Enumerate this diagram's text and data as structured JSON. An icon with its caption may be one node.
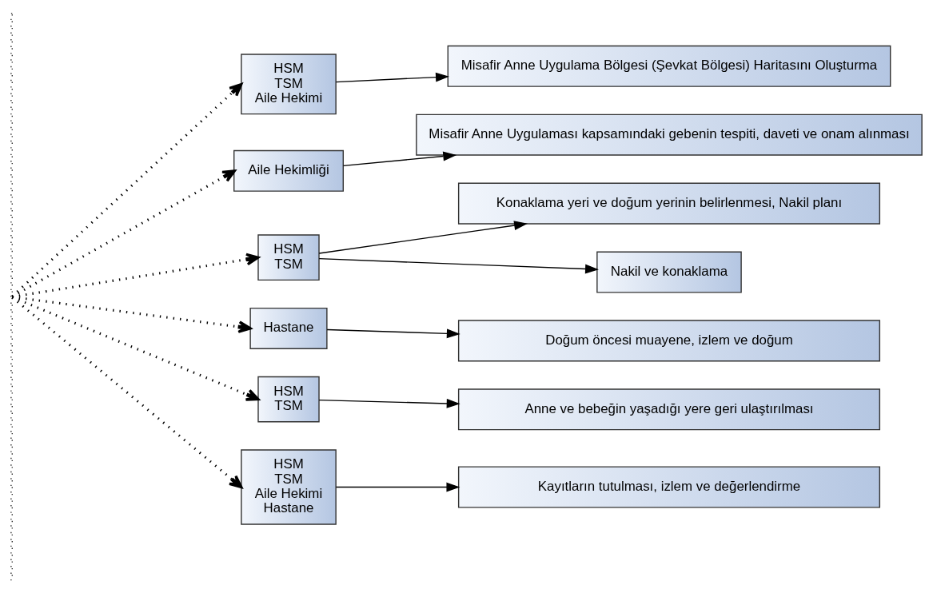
{
  "diagram": {
    "nodes": [
      {
        "text": [],
        "shape": "bar"
      },
      {
        "text": [
          "HSM",
          "TSM",
          "Aile Hekimi"
        ]
      },
      {
        "text": [
          "Misafir Anne Uygulama Bölgesi (Şevkat Bölgesi) Haritasını Oluşturma"
        ]
      },
      {
        "text": [
          "Aile Hekimliği"
        ]
      },
      {
        "text": [
          "Misafir Anne Uygulaması kapsamındaki gebenin tespiti, daveti ve onam alınması"
        ]
      },
      {
        "text": [
          "HSM",
          "TSM"
        ]
      },
      {
        "text": [
          "Konaklama yeri ve doğum yerinin belirlenmesi, Nakil planı"
        ]
      },
      {
        "text": [
          "Nakil ve konaklama"
        ]
      },
      {
        "text": [
          "Hastane"
        ]
      },
      {
        "text": [
          "Doğum öncesi muayene, izlem ve doğum"
        ]
      },
      {
        "text": [
          "HSM",
          "TSM"
        ]
      },
      {
        "text": [
          "Anne ve bebeğin yaşadığı yere geri ulaştırılması"
        ]
      },
      {
        "text": [
          "HSM",
          "TSM",
          "Aile Hekimi",
          "Hastane"
        ]
      },
      {
        "text": [
          "Kayıtların tutulması, izlem ve değerlendirme"
        ]
      }
    ],
    "edges": [
      {
        "from": 0,
        "to": 1,
        "arrow": "to",
        "style": "dashed"
      },
      {
        "from": 0,
        "to": 3,
        "arrow": "to",
        "style": "dashed"
      },
      {
        "from": 0,
        "to": 5,
        "arrow": "to",
        "style": "dashed"
      },
      {
        "from": 0,
        "to": 8,
        "arrow": "to",
        "style": "dashed"
      },
      {
        "from": 0,
        "to": 10,
        "arrow": "to",
        "style": "dashed"
      },
      {
        "from": 0,
        "to": 12,
        "arrow": "to",
        "style": "dashed"
      },
      {
        "from": 1,
        "to": 2,
        "arrow": "to"
      },
      {
        "from": 3,
        "to": 4,
        "arrow": "to"
      },
      {
        "from": 5,
        "to": 6,
        "arrow": "to"
      },
      {
        "from": 5,
        "to": 7,
        "arrow": "to"
      },
      {
        "from": 8,
        "to": 9,
        "arrow": "to"
      },
      {
        "from": 10,
        "to": 11,
        "arrow": "to"
      },
      {
        "from": 12,
        "to": 13,
        "arrow": "to"
      }
    ]
  }
}
